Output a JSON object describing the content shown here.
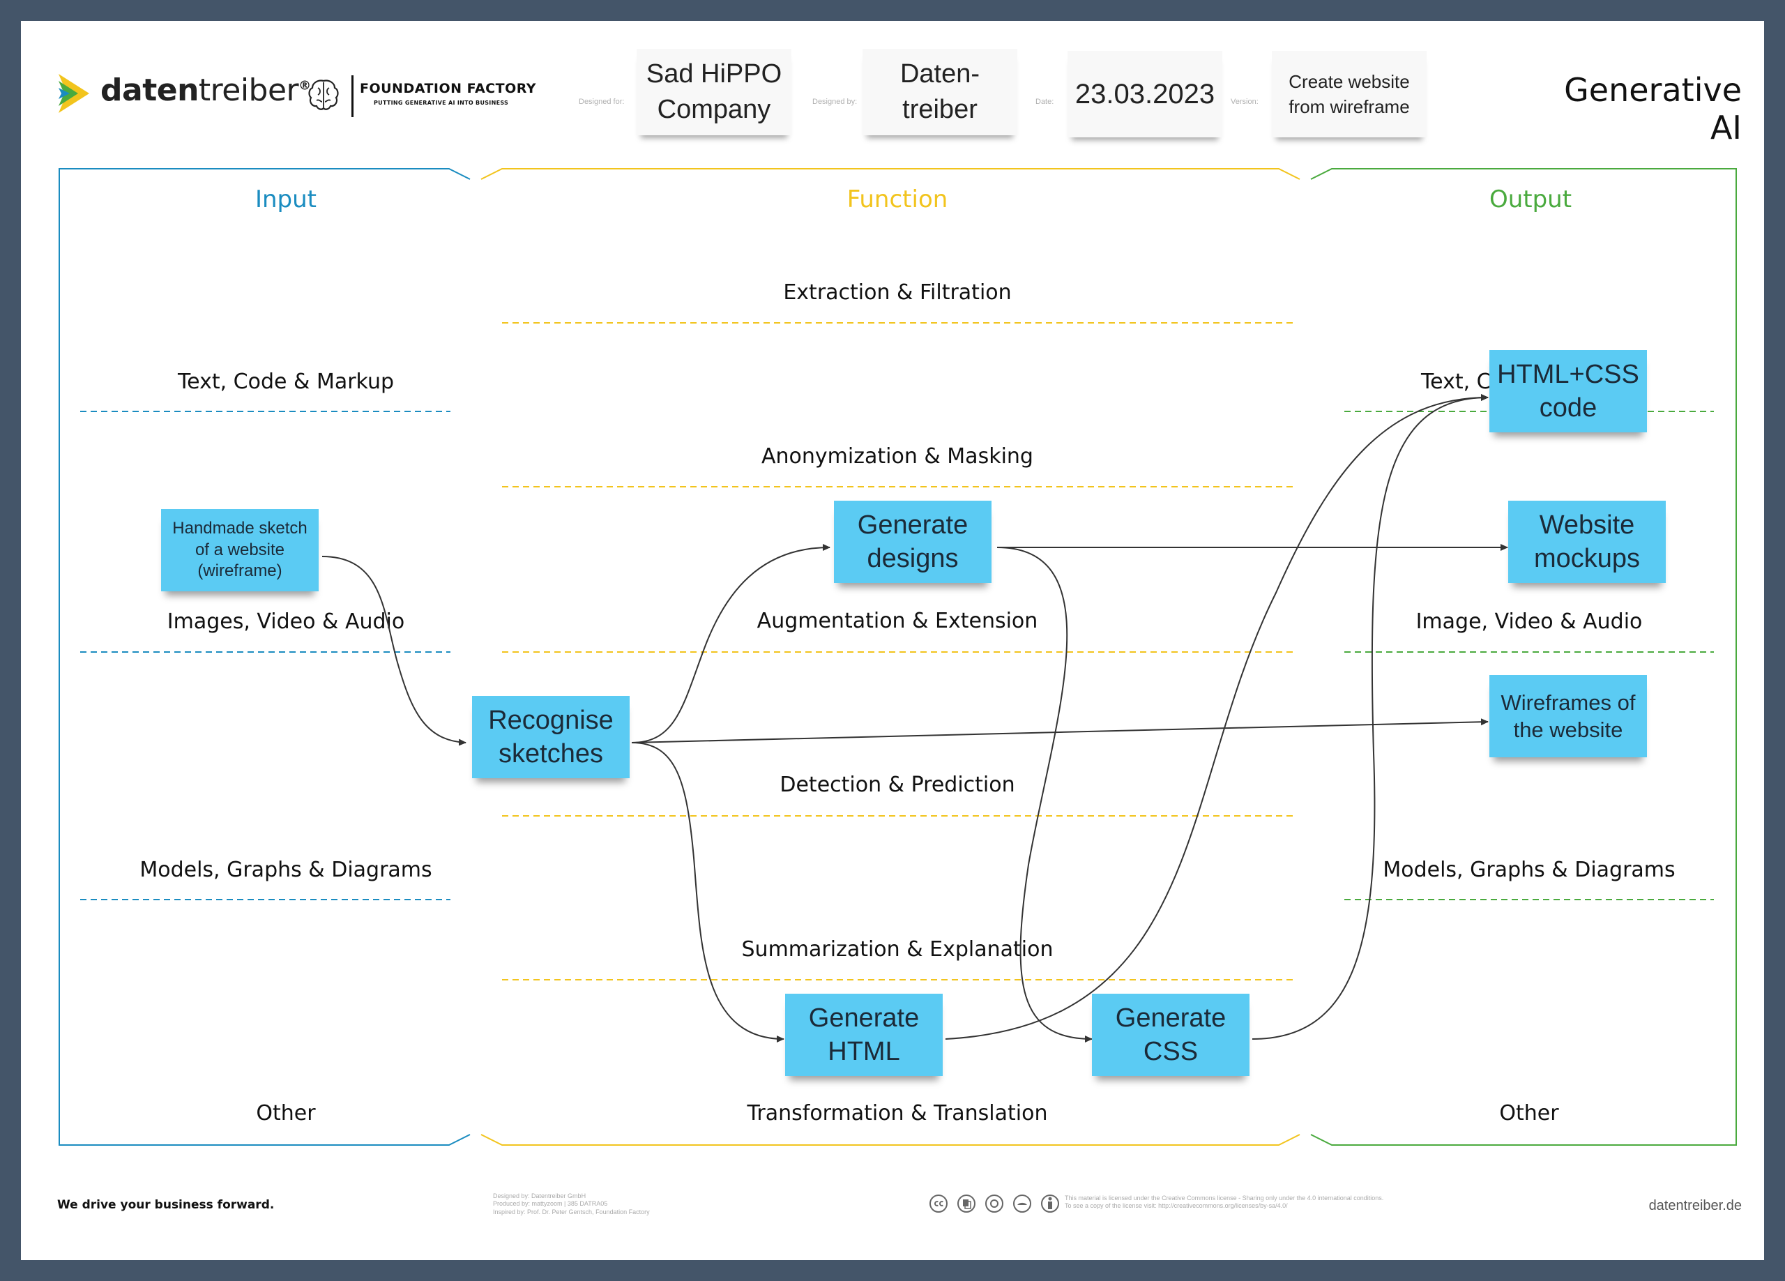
{
  "header": {
    "brand": {
      "bold": "daten",
      "thin": "treiber",
      "reg": "®"
    },
    "partner": {
      "name": "FOUNDATION FACTORY",
      "tagline": "PUTTING GENERATIVE AI INTO BUSINESS"
    },
    "labels": {
      "designed_for": "Designed for:",
      "designed_by": "Designed by:",
      "date": "Date:",
      "version": "Version:"
    },
    "designed_for_line1": "Sad HiPPO",
    "designed_for_line2": "Company",
    "designed_by_line1": "Daten-",
    "designed_by_line2": "treiber",
    "date": "23.03.2023",
    "version_line1": "Create website",
    "version_line2": "from wireframe",
    "canvas_title": "Generative AI"
  },
  "sections": {
    "input": {
      "title": "Input",
      "color": "#1a8cc0"
    },
    "function": {
      "title": "Function",
      "color": "#f2c41d"
    },
    "output": {
      "title": "Output",
      "color": "#4aaa3e"
    }
  },
  "input_categories": [
    "Text, Code & Markup",
    "Images, Video & Audio",
    "Models, Graphs & Diagrams",
    "Other"
  ],
  "function_categories": [
    "Extraction & Filtration",
    "Anonymization & Masking",
    "Augmentation & Extension",
    "Detection & Prediction",
    "Summarization & Explanation",
    "Transformation & Translation"
  ],
  "output_categories": [
    "Text, Code & Markup",
    "Image, Video & Audio",
    "Models, Graphs & Diagrams",
    "Other"
  ],
  "stickies": {
    "handmade": {
      "line1": "Handmade sketch",
      "line2": "of a website",
      "line3": "(wireframe)"
    },
    "recognise": {
      "line1": "Recognise",
      "line2": "sketches"
    },
    "designs": {
      "line1": "Generate",
      "line2": "designs"
    },
    "html": {
      "line1": "Generate",
      "line2": "HTML"
    },
    "css": {
      "line1": "Generate",
      "line2": "CSS"
    },
    "htmlcss": {
      "line1": "HTML+CSS",
      "line2": "code"
    },
    "mockups": {
      "line1": "Website",
      "line2": "mockups"
    },
    "wireframes": {
      "line1": "Wireframes of",
      "line2": "the website"
    }
  },
  "sticky_color": "#5bcbf3",
  "footer": {
    "tagline": "We drive your business forward.",
    "credits": [
      "Designed by: Datentreiber GmbH",
      "Produced by: mattyzoom | 385 DATRA05",
      "Inspired by: Prof. Dr. Peter Gentsch, Foundation Factory"
    ],
    "license": [
      "This material is licensed under the Creative Commons license - Sharing only under the 4.0 international conditions.",
      "To see a copy of the license visit: http://creativecommons.org/licenses/by-sa/4.0/"
    ],
    "site": "datentreiber.de"
  }
}
